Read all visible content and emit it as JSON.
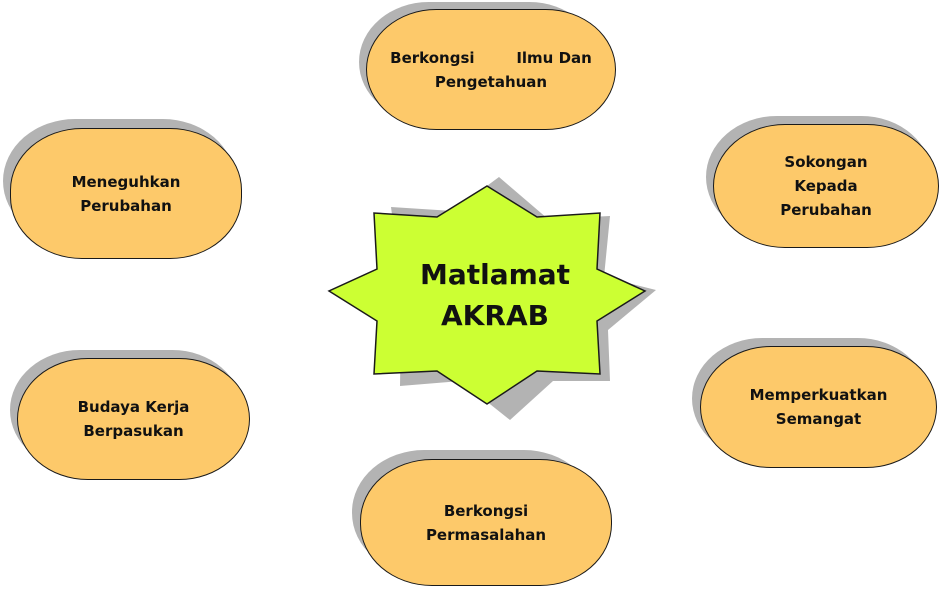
{
  "center": {
    "line1": "Matlamat",
    "line2": "AKRAB"
  },
  "nodes": {
    "top": {
      "line1": "Berkongsi        Ilmu Dan",
      "line2": "Pengetahuan"
    },
    "left_upper": {
      "line1": "Meneguhkan",
      "line2": "Perubahan"
    },
    "right_upper": {
      "line1": "Sokongan",
      "line2": "Kepada",
      "line3": "Perubahan"
    },
    "left_lower": {
      "line1": "Budaya Kerja",
      "line2": "Berpasukan"
    },
    "right_lower": {
      "line1": "Memperkuatkan",
      "line2": "Semangat"
    },
    "bottom": {
      "line1": "Berkongsi",
      "line2": "Permasalahan"
    }
  },
  "colors": {
    "node_fill": "#fdc96a",
    "star_fill": "#ccff33",
    "shadow": "#b3b3b3"
  }
}
